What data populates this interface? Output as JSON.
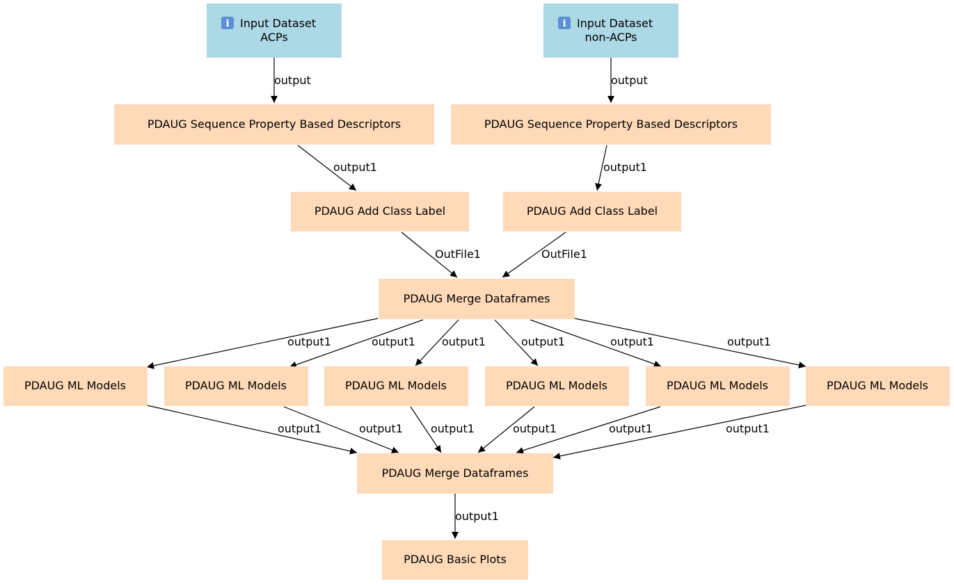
{
  "colors": {
    "input_node": "#add8e6",
    "tool_node": "#ffdab9",
    "edge": "#000000",
    "text": "#000000"
  },
  "nodes": {
    "in_acps": {
      "icon": "information-icon",
      "line1": "Input Dataset",
      "line2": "ACPs"
    },
    "in_nonacps": {
      "icon": "information-icon",
      "line1": "Input Dataset",
      "line2": "non-ACPs"
    },
    "seq_left": {
      "label": "PDAUG Sequence Property Based Descriptors"
    },
    "seq_right": {
      "label": "PDAUG Sequence Property Based Descriptors"
    },
    "add_left": {
      "label": "PDAUG Add Class Label"
    },
    "add_right": {
      "label": "PDAUG Add Class Label"
    },
    "merge1": {
      "label": "PDAUG Merge Dataframes"
    },
    "ml1": {
      "label": "PDAUG ML Models"
    },
    "ml2": {
      "label": "PDAUG ML Models"
    },
    "ml3": {
      "label": "PDAUG ML Models"
    },
    "ml4": {
      "label": "PDAUG ML Models"
    },
    "ml5": {
      "label": "PDAUG ML Models"
    },
    "ml6": {
      "label": "PDAUG ML Models"
    },
    "merge2": {
      "label": "PDAUG Merge Dataframes"
    },
    "plots": {
      "label": "PDAUG Basic Plots"
    }
  },
  "edges": [
    {
      "from": "in_acps",
      "to": "seq_left",
      "label": "output"
    },
    {
      "from": "in_nonacps",
      "to": "seq_right",
      "label": "output"
    },
    {
      "from": "seq_left",
      "to": "add_left",
      "label": "output1"
    },
    {
      "from": "seq_right",
      "to": "add_right",
      "label": "output1"
    },
    {
      "from": "add_left",
      "to": "merge1",
      "label": "OutFile1"
    },
    {
      "from": "add_right",
      "to": "merge1",
      "label": "OutFile1"
    },
    {
      "from": "merge1",
      "to": "ml1",
      "label": "output1"
    },
    {
      "from": "merge1",
      "to": "ml2",
      "label": "output1"
    },
    {
      "from": "merge1",
      "to": "ml3",
      "label": "output1"
    },
    {
      "from": "merge1",
      "to": "ml4",
      "label": "output1"
    },
    {
      "from": "merge1",
      "to": "ml5",
      "label": "output1"
    },
    {
      "from": "merge1",
      "to": "ml6",
      "label": "output1"
    },
    {
      "from": "ml1",
      "to": "merge2",
      "label": "output1"
    },
    {
      "from": "ml2",
      "to": "merge2",
      "label": "output1"
    },
    {
      "from": "ml3",
      "to": "merge2",
      "label": "output1"
    },
    {
      "from": "ml4",
      "to": "merge2",
      "label": "output1"
    },
    {
      "from": "ml5",
      "to": "merge2",
      "label": "output1"
    },
    {
      "from": "ml6",
      "to": "merge2",
      "label": "output1"
    },
    {
      "from": "merge2",
      "to": "plots",
      "label": "output1"
    }
  ]
}
